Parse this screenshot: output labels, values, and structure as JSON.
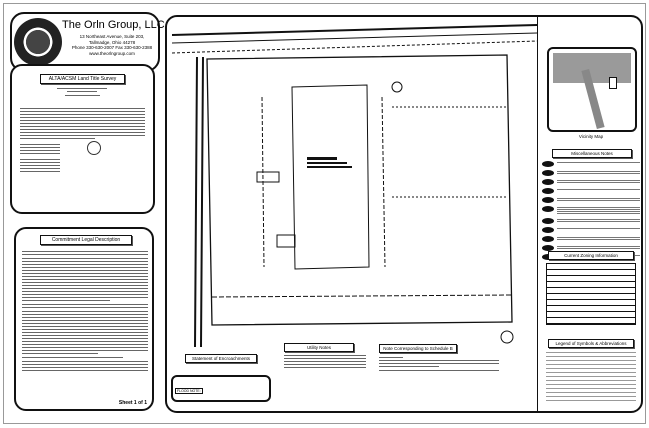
{
  "company": {
    "name": "The Orln Group, LLC.",
    "address": "13 Northeast Avenue, Suite 203,",
    "city": "Tallmadge, Ohio 44278",
    "phone": "Phone 330-630-2007 Fax 330-630-2388",
    "web": "www.theorlngroup.com"
  },
  "survey_title": "ALTA/ACSM Land Title Survey",
  "legal_title": "Commitment Legal Description",
  "sheet": "Sheet 1 of 1",
  "vicinity_map_label": "Vicinity Map",
  "miscellaneous_notes_title": "Miscellaneous Notes",
  "zoning_title": "Current Zoning Information",
  "legend_title": "Legend of Symbols & Abbreviations",
  "encroachments_title": "Statement of Encroachments",
  "utility_notes_title": "Utility Notes",
  "schedule_b_title": "Note Corresponding to Schedule B",
  "flood_label": "FLOOD NOTE:",
  "colors": {
    "ink": "#111111",
    "map_water": "#9a9a9a"
  }
}
